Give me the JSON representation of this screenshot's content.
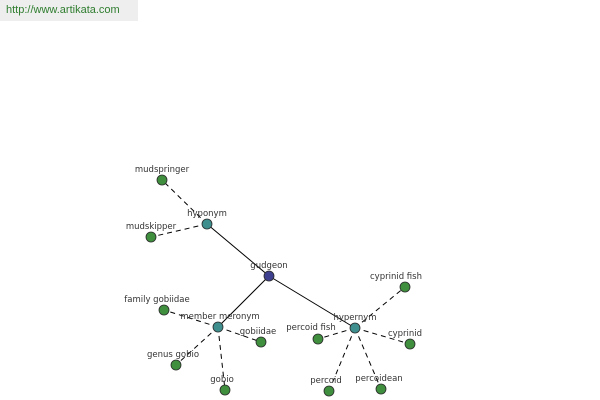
{
  "header": {
    "url": "http://www.artikata.com"
  },
  "colors": {
    "center_node": "#3f3f8f",
    "relation_node": "#3f8f8f",
    "leaf_node": "#3f8f3f",
    "node_stroke": "#2a2a2a",
    "edge": "#000000",
    "url_text": "#2f7d2f",
    "url_bg": "#eeeeee"
  },
  "graph": {
    "center": {
      "id": "gudgeon",
      "label": "gudgeon"
    },
    "relations": [
      {
        "id": "hyponym",
        "label": "hyponym",
        "children": [
          {
            "id": "mudspringer",
            "label": "mudspringer"
          },
          {
            "id": "mudskipper",
            "label": "mudskipper"
          }
        ]
      },
      {
        "id": "member-meronym",
        "label": "member meronym",
        "children": [
          {
            "id": "family-gobiidae",
            "label": "family gobiidae"
          },
          {
            "id": "gobiidae",
            "label": "gobiidae"
          },
          {
            "id": "genus-gobio",
            "label": "genus gobio"
          },
          {
            "id": "gobio",
            "label": "gobio"
          }
        ]
      },
      {
        "id": "hypernym",
        "label": "hypernym",
        "children": [
          {
            "id": "cyprinid-fish",
            "label": "cyprinid fish"
          },
          {
            "id": "percoid-fish",
            "label": "percoid fish"
          },
          {
            "id": "cyprinid",
            "label": "cyprinid"
          },
          {
            "id": "percoid",
            "label": "percoid"
          },
          {
            "id": "percoidean",
            "label": "percoidean"
          }
        ]
      }
    ]
  }
}
